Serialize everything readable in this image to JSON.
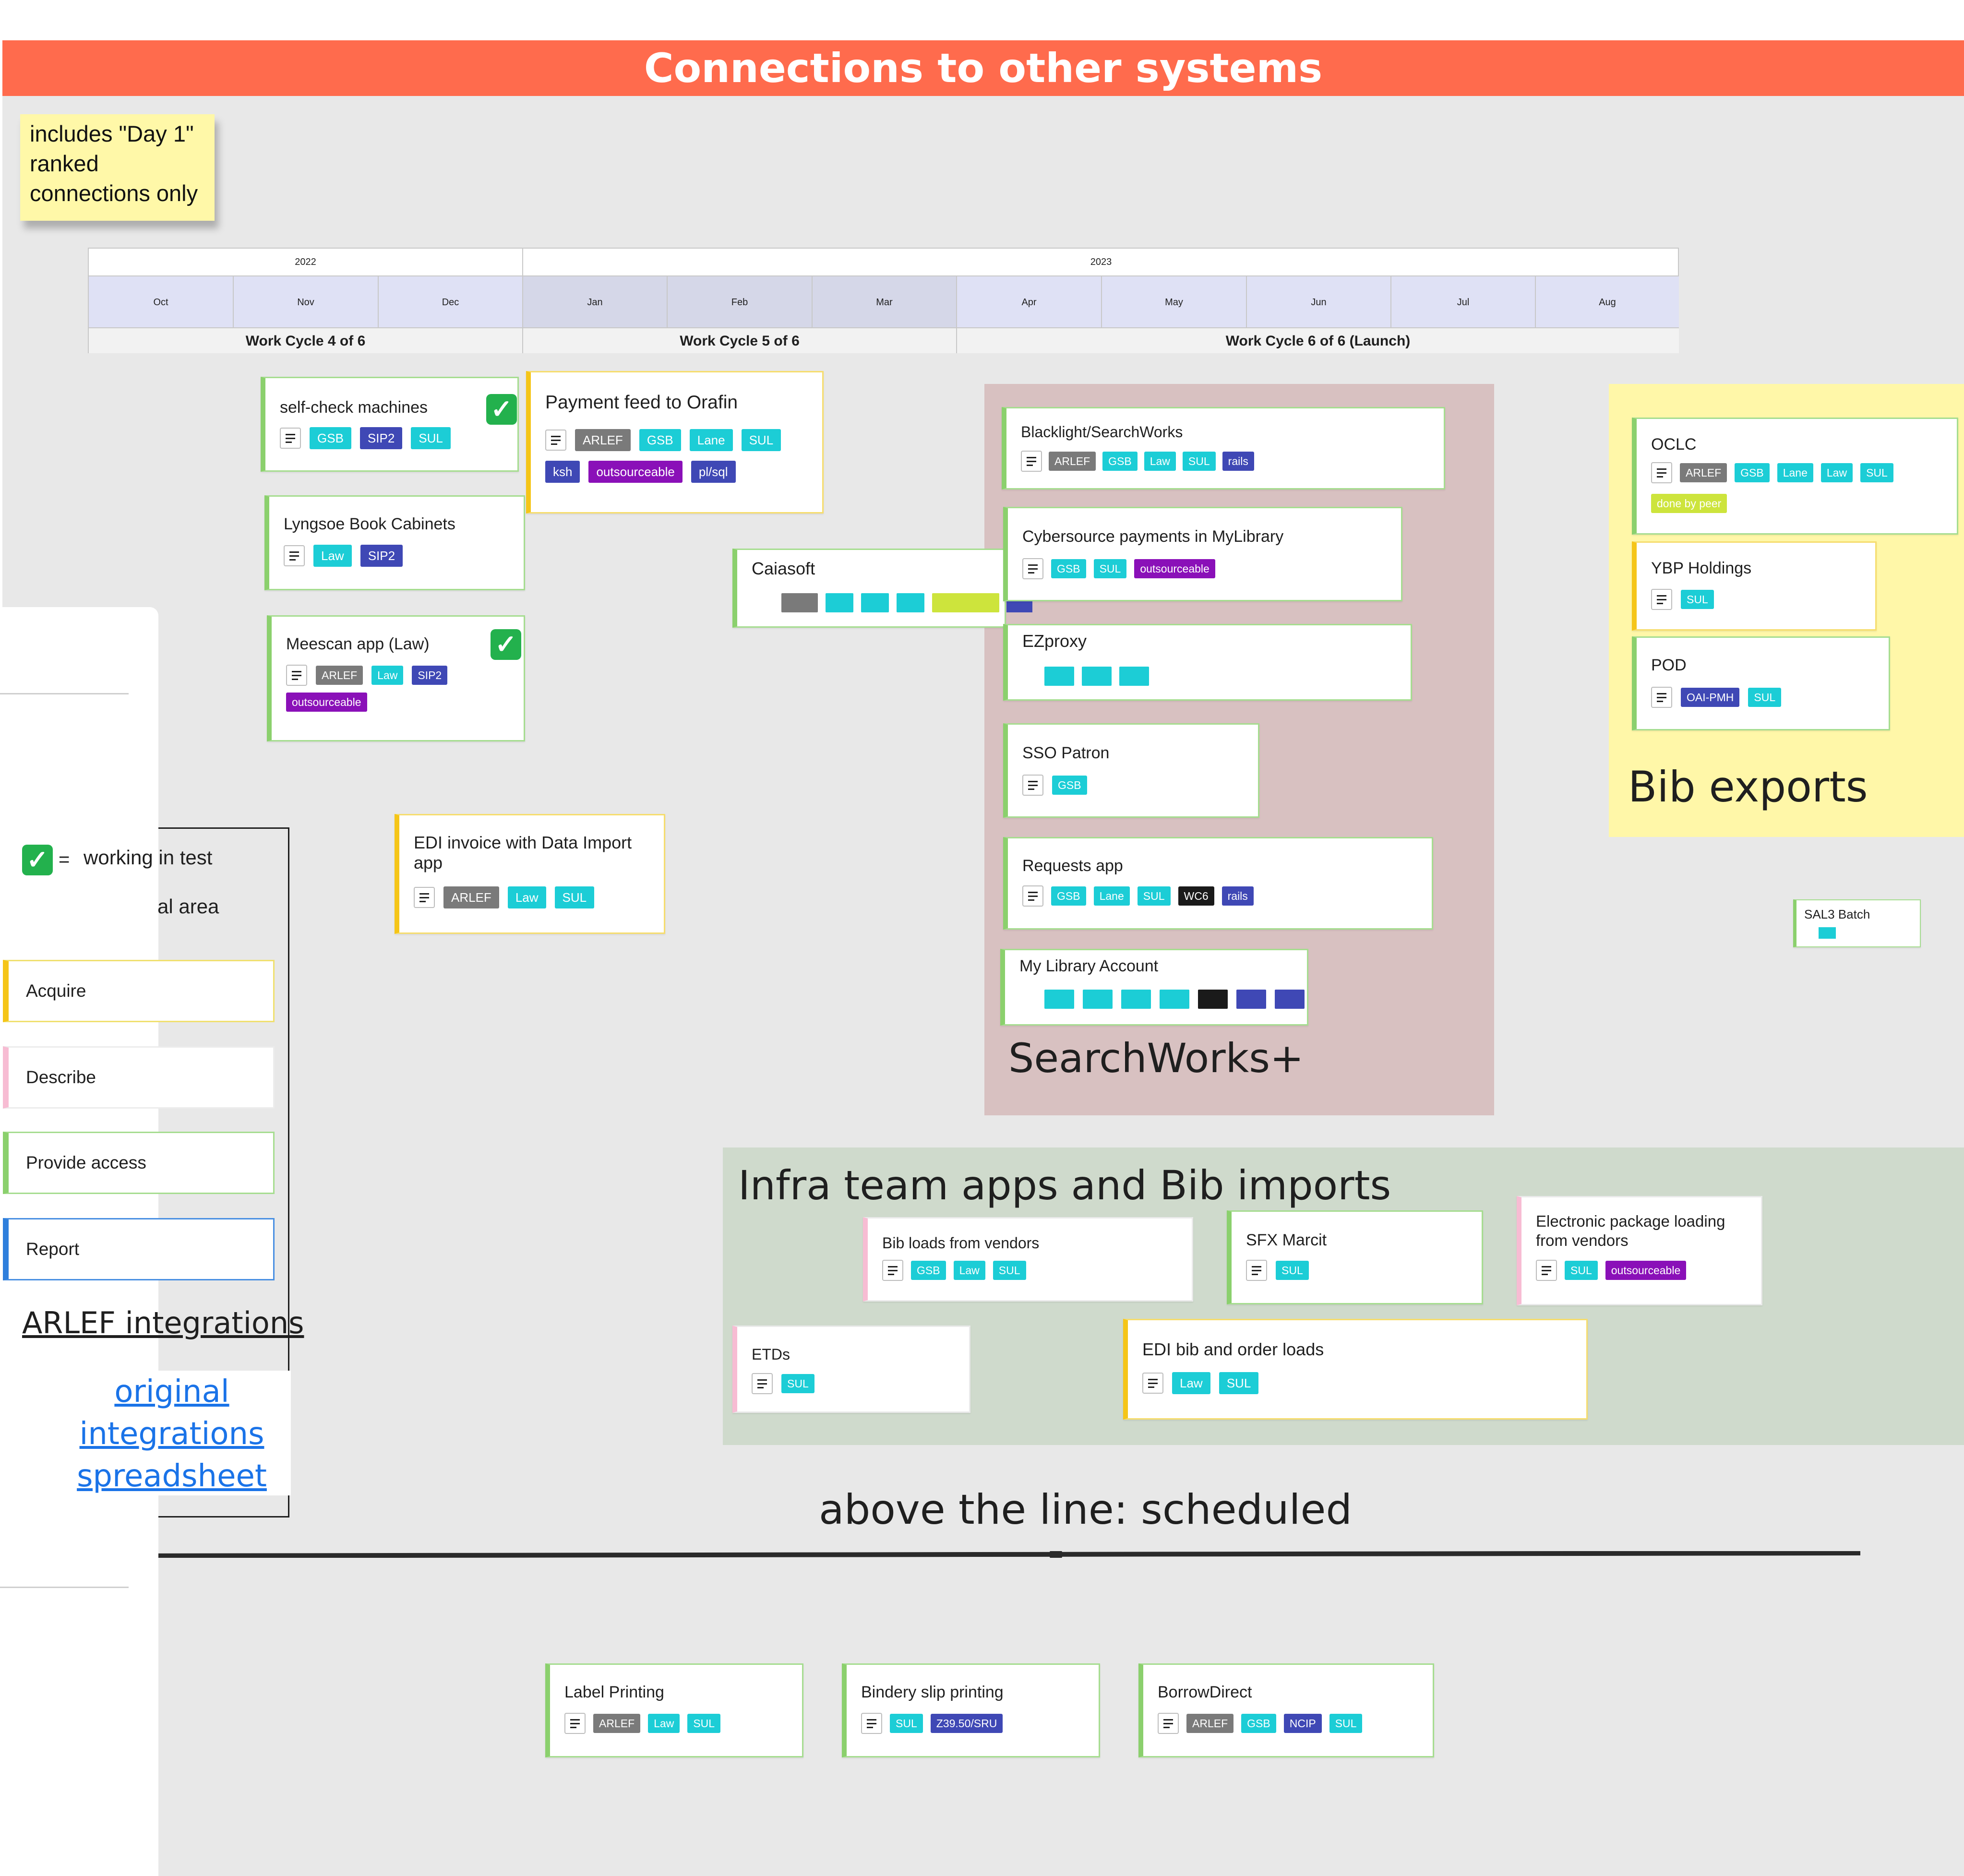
{
  "banner": {
    "title": "Connections to other systems"
  },
  "sticky": {
    "lines": [
      "includes \"Day 1\"",
      "ranked",
      "connections only"
    ]
  },
  "timeline": {
    "years": [
      "2022",
      "2023"
    ],
    "months": [
      "Oct",
      "Nov",
      "Dec",
      "Jan",
      "Feb",
      "Mar",
      "Apr",
      "May",
      "Jun",
      "Jul",
      "Aug"
    ],
    "cycles": [
      "Work Cycle 4 of 6",
      "Work Cycle 5 of 6",
      "Work Cycle 6 of 6 (Launch)"
    ]
  },
  "colors": {
    "banner": "#ff6b4d",
    "arlef": "#7a7a7a",
    "teal": "#1ccdd6",
    "indigo": "#3f48b5",
    "purple": "#8a10b8",
    "black": "#1a1a1a",
    "lime": "#cde43c",
    "searchworks_region": "#d8c1c1",
    "bib_exports_region": "#fff7a8",
    "infra_region": "#cfdacc"
  },
  "cards": {
    "self_check": {
      "title": "self-check machines",
      "tags": [
        "GSB",
        "SIP2",
        "SUL"
      ]
    },
    "payment_feed": {
      "title": "Payment feed to Orafin",
      "tags": [
        "ARLEF",
        "GSB",
        "Lane",
        "SUL",
        "ksh",
        "outsourceable",
        "pl/sql"
      ]
    },
    "lyngsoe": {
      "title": "Lyngsoe Book Cabinets",
      "tags": [
        "Law",
        "SIP2"
      ]
    },
    "meescan": {
      "title": "Meescan app (Law)",
      "tags": [
        "ARLEF",
        "Law",
        "SIP2",
        "outsourceable"
      ]
    },
    "caiasoft": {
      "title": "Caiasoft"
    },
    "edi_invoice": {
      "title_line1": "EDI invoice with Data Import",
      "title_line2": "app",
      "tags": [
        "ARLEF",
        "Law",
        "SUL"
      ]
    },
    "blacklight": {
      "title": "Blacklight/SearchWorks",
      "tags": [
        "ARLEF",
        "GSB",
        "Law",
        "SUL",
        "rails"
      ]
    },
    "cybersource": {
      "title": "Cybersource payments in MyLibrary",
      "tags": [
        "GSB",
        "SUL",
        "outsourceable"
      ]
    },
    "ezproxy": {
      "title": "EZproxy"
    },
    "sso_patron": {
      "title": "SSO Patron",
      "tags": [
        "GSB"
      ]
    },
    "requests_app": {
      "title": "Requests app",
      "tags": [
        "GSB",
        "Lane",
        "SUL",
        "WC6",
        "rails"
      ]
    },
    "my_library": {
      "title": "My Library Account"
    },
    "oclc": {
      "title": "OCLC",
      "tags": [
        "ARLEF",
        "GSB",
        "Lane",
        "Law",
        "SUL"
      ],
      "extra_tag": "done by peer"
    },
    "ybp": {
      "title": "YBP Holdings",
      "tags": [
        "SUL"
      ]
    },
    "pod": {
      "title": "POD",
      "tags": [
        "OAI-PMH",
        "SUL"
      ]
    },
    "sal3": {
      "title": "SAL3 Batch"
    },
    "bib_loads": {
      "title": "Bib loads from vendors",
      "tags": [
        "GSB",
        "Law",
        "SUL"
      ]
    },
    "sfx": {
      "title": "SFX Marcit",
      "tags": [
        "SUL"
      ]
    },
    "epackage": {
      "title_line1": "Electronic package loading",
      "title_line2": "from vendors",
      "tags": [
        "SUL",
        "outsourceable"
      ]
    },
    "etds": {
      "title": "ETDs",
      "tags": [
        "SUL"
      ]
    },
    "edi_bib": {
      "title": "EDI bib and order loads",
      "tags": [
        "Law",
        "SUL"
      ]
    },
    "label_printing": {
      "title": "Label Printing",
      "tags": [
        "ARLEF",
        "Law",
        "SUL"
      ]
    },
    "bindery": {
      "title": "Bindery slip printing",
      "tags": [
        "SUL",
        "Z39.50/SRU"
      ]
    },
    "borrowdirect": {
      "title": "BorrowDirect",
      "tags": [
        "ARLEF",
        "GSB",
        "NCIP",
        "SUL"
      ]
    }
  },
  "regions": {
    "searchworks": "SearchWorks+",
    "bib_exports": "Bib exports",
    "infra": "Infra team apps and Bib imports",
    "scheduled": "above the line: scheduled"
  },
  "legend": {
    "check_label": "working in test",
    "equals": "=",
    "partial_label": "al area",
    "items": [
      "Acquire",
      "Describe",
      "Provide access",
      "Report"
    ],
    "heading": "ARLEF integrations",
    "link_lines": [
      "original ",
      "integrations ",
      "spreadsheet"
    ]
  }
}
